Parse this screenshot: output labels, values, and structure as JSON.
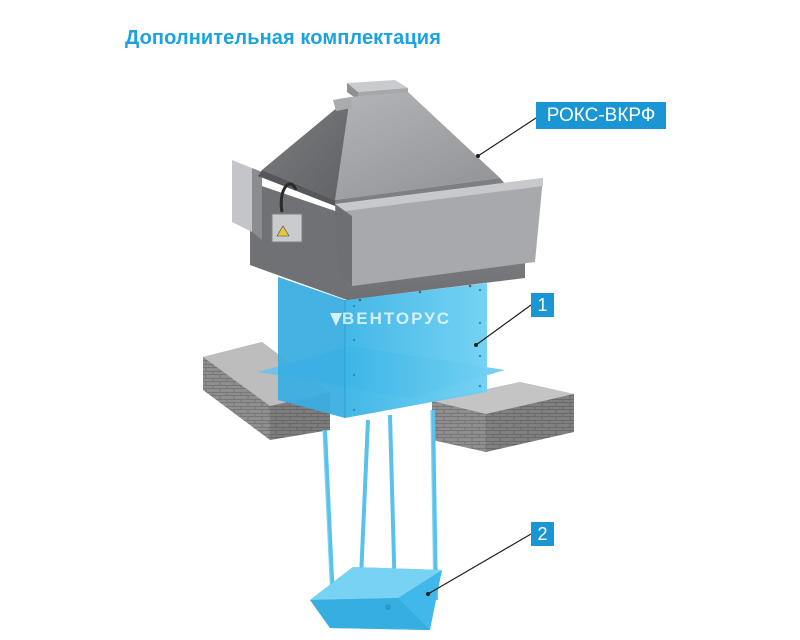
{
  "title": "Дополнительная комплектация",
  "watermark_text": "ВЕНТОРУС",
  "callouts": {
    "product": "РОКС-ВКРФ",
    "item1": "1",
    "item2": "2"
  },
  "colors": {
    "accent": "#1aa3e0",
    "label_bg": "#1a96d4",
    "glass": "#5cc8ef",
    "metal": "#9d9fa2",
    "brick": "#8e8e8e"
  },
  "icons": {
    "watermark_logo": "ventorus-v-icon"
  }
}
